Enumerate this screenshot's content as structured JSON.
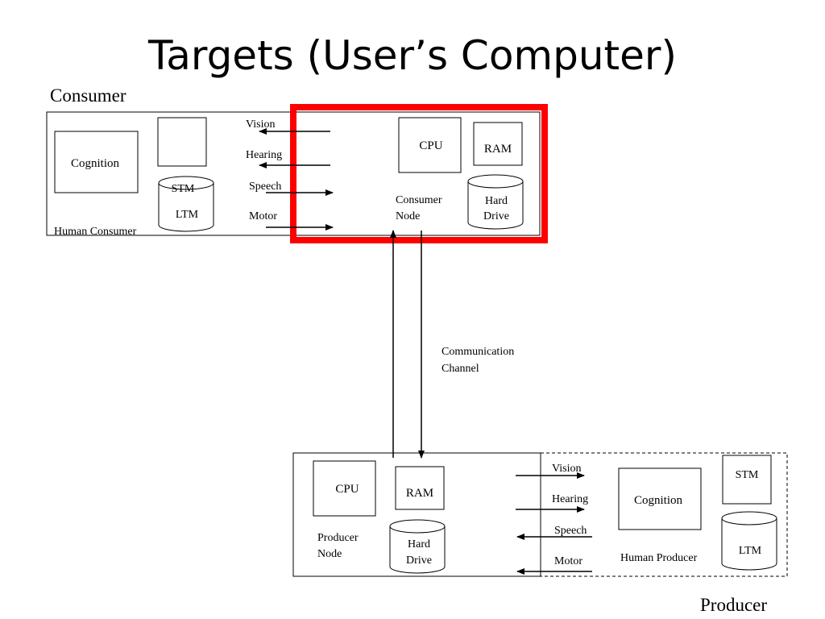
{
  "slide": {
    "title": "Targets (User’s Computer)"
  },
  "consumer": {
    "heading": "Consumer",
    "human_label": "Human Consumer",
    "cognition": "Cognition",
    "stm": "STM",
    "ltm": "LTM",
    "channels": {
      "vision": "Vision",
      "hearing": "Hearing",
      "speech": "Speech",
      "motor": "Motor"
    },
    "node": {
      "cpu": "CPU",
      "ram": "RAM",
      "node_line1": "Consumer",
      "node_line2": "Node",
      "drive_line1": "Hard",
      "drive_line2": "Drive"
    }
  },
  "communication": {
    "line1": "Communication",
    "line2": "Channel"
  },
  "producer": {
    "heading": "Producer",
    "human_label": "Human Producer",
    "cognition": "Cognition",
    "stm": "STM",
    "ltm": "LTM",
    "channels": {
      "vision": "Vision",
      "hearing": "Hearing",
      "speech": "Speech",
      "motor": "Motor"
    },
    "node": {
      "cpu": "CPU",
      "ram": "RAM",
      "node_line1": "Producer",
      "node_line2": "Node",
      "drive_line1": "Hard",
      "drive_line2": "Drive"
    }
  },
  "colors": {
    "highlight": "#ff0000",
    "line": "#000000"
  }
}
